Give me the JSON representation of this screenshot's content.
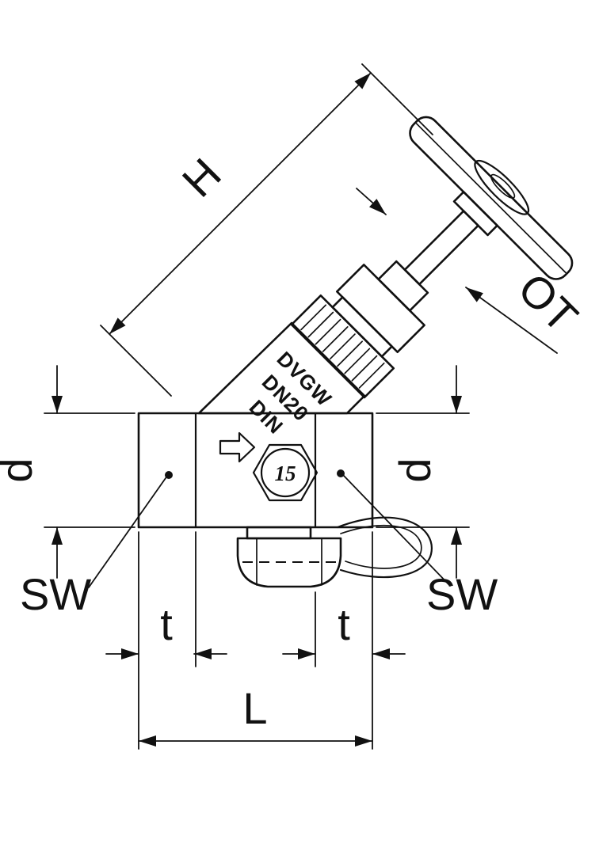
{
  "page": {
    "background": "#ffffff",
    "line_color": "#111111"
  },
  "labels": {
    "H": "H",
    "OT": "OT",
    "d_left": "d",
    "d_right": "d",
    "SW_left": "SW",
    "SW_right": "SW",
    "t_left": "t",
    "t_right": "t",
    "L": "L"
  },
  "valve_markings": {
    "approval": "DVGW",
    "size": "DN20",
    "standard": "DIN",
    "emblem": "15"
  }
}
